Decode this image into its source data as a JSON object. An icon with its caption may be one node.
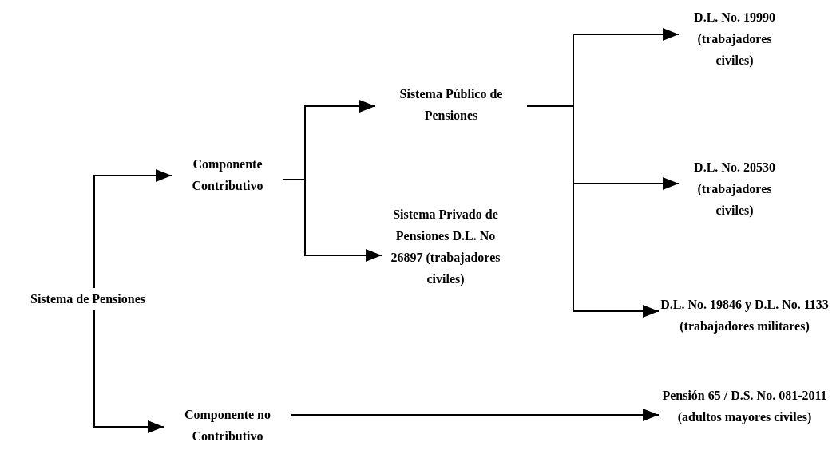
{
  "diagram": {
    "nodes": [
      {
        "text": [
          "Sistema de Pensiones"
        ]
      },
      {
        "text": [
          "Componente Contributivo"
        ]
      },
      {
        "text": [
          "Componente no Contributivo"
        ]
      },
      {
        "text": [
          "Sistema Público de Pensiones"
        ]
      },
      {
        "text": [
          "Sistema Privado de Pensiones D.L. No 26897 (trabajadores civiles)"
        ]
      },
      {
        "text": [
          "D.L. No. 19990 (trabajadores civiles)"
        ]
      },
      {
        "text": [
          "D.L. No. 20530 (trabajadores civiles)"
        ]
      },
      {
        "text": [
          "D.L. No. 19846 y D.L. No. 1133 (trabajadores militares)"
        ]
      },
      {
        "text": [
          "Pensión 65 / D.S. No. 081-2011 (adultos mayores civiles)"
        ]
      }
    ],
    "edges": [
      {
        "from": 0,
        "to": 1,
        "arrow": "to"
      },
      {
        "from": 0,
        "to": 2,
        "arrow": "to"
      },
      {
        "from": 1,
        "to": 3,
        "arrow": "to"
      },
      {
        "from": 1,
        "to": 4,
        "arrow": "to"
      },
      {
        "from": 3,
        "to": 5,
        "arrow": "to"
      },
      {
        "from": 3,
        "to": 6,
        "arrow": "to"
      },
      {
        "from": 3,
        "to": 7,
        "arrow": "to"
      },
      {
        "from": 2,
        "to": 8,
        "arrow": "to"
      }
    ]
  }
}
